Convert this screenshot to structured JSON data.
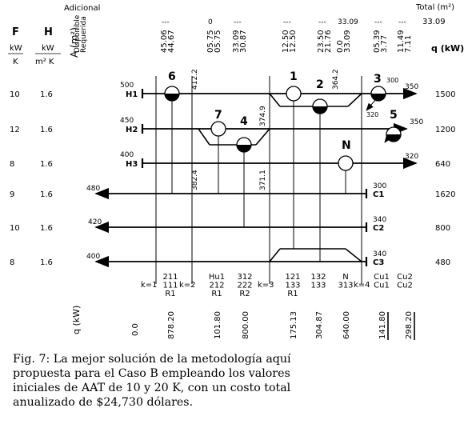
{
  "header": {
    "col_F": "F",
    "col_H": "H",
    "unit_F_top": "kW",
    "unit_F_bottom": "K",
    "unit_H_top": "kW",
    "unit_H_bottom": "m² K",
    "area_label": "A (m²)",
    "adicional": "Adicional",
    "disponible": "Disponible",
    "requerida": "Requerida",
    "total": "Total (m²)",
    "total_value": "33.09",
    "q_label": "q (kW)"
  },
  "streams": [
    {
      "id": "H1",
      "F": "10",
      "H": "1.6",
      "temp_in": "500",
      "temp_out": "350",
      "q": "1500",
      "type": "hot"
    },
    {
      "id": "H2",
      "F": "12",
      "H": "1.6",
      "temp_in": "450",
      "temp_out": "350",
      "q": "1200",
      "type": "hot"
    },
    {
      "id": "H3",
      "F": "8",
      "H": "1.6",
      "temp_in": "400",
      "temp_out": "320",
      "q": "640",
      "type": "hot"
    },
    {
      "id": "C1",
      "F": "9",
      "H": "1.6",
      "temp_in": "300",
      "temp_out": "480",
      "q": "1620",
      "type": "cold"
    },
    {
      "id": "C2",
      "F": "10",
      "H": "1.6",
      "temp_in": "340",
      "temp_out": "420",
      "q": "800",
      "type": "cold"
    },
    {
      "id": "C3",
      "F": "8",
      "H": "1.6",
      "temp_in": "340",
      "temp_out": "400",
      "q": "480",
      "type": "cold"
    }
  ],
  "areas": [
    {
      "adicional": "---",
      "disponible": "45.06",
      "requerida": "44.67"
    },
    {
      "adicional": "0",
      "disponible": "05.75",
      "requerida": "05.75"
    },
    {
      "adicional": "---",
      "disponible": "33.09",
      "requerida": "30.87"
    },
    {
      "adicional": "---",
      "disponible": "12.50",
      "requerida": "12.50"
    },
    {
      "adicional": "---",
      "disponible": "23.50",
      "requerida": "21.76"
    },
    {
      "adicional": "33.09",
      "disponible": "0.0",
      "requerida": "33.09"
    },
    {
      "adicional": "---",
      "disponible": "05.39",
      "requerida": "3.77"
    },
    {
      "adicional": "---",
      "disponible": "11.49",
      "requerida": "7.11"
    }
  ],
  "exchangers": [
    {
      "num": "6",
      "code": "211 111 R1",
      "duty": "878.20"
    },
    {
      "num": "7",
      "code": "Hu1 212 R1",
      "duty": "101.80"
    },
    {
      "num": "4",
      "code": "312 222 R2",
      "duty": "800.00"
    },
    {
      "num": "1",
      "code": "121 133 R1",
      "duty": "175.13"
    },
    {
      "num": "2",
      "code": "132 133",
      "duty": "304.87"
    },
    {
      "num": "N",
      "code": "N 313",
      "duty": "640.00"
    },
    {
      "num": "3",
      "code": "Cu1 Cu1",
      "duty": "141.80"
    },
    {
      "num": "5",
      "code": "Cu2 Cu2",
      "duty": "298.20"
    }
  ],
  "utility_temps": {
    "ex3_in": "300",
    "ex3_out": "320",
    "ex5_out": "350"
  },
  "stage_labels": [
    "k=1",
    "k=2",
    "k=3",
    "k=4"
  ],
  "interval_temps": [
    "412.2",
    "364.2",
    "374.9",
    "382.4",
    "371.1"
  ],
  "zero_q": "0.0",
  "q_row_label": "q (kW)",
  "caption": "Fig. 7: La mejor solución de la metodología aquí propuesta para el Caso B empleando los valores iniciales de AAT de 10 y 20 K, con un costo total anualizado de $24,730 dólares."
}
